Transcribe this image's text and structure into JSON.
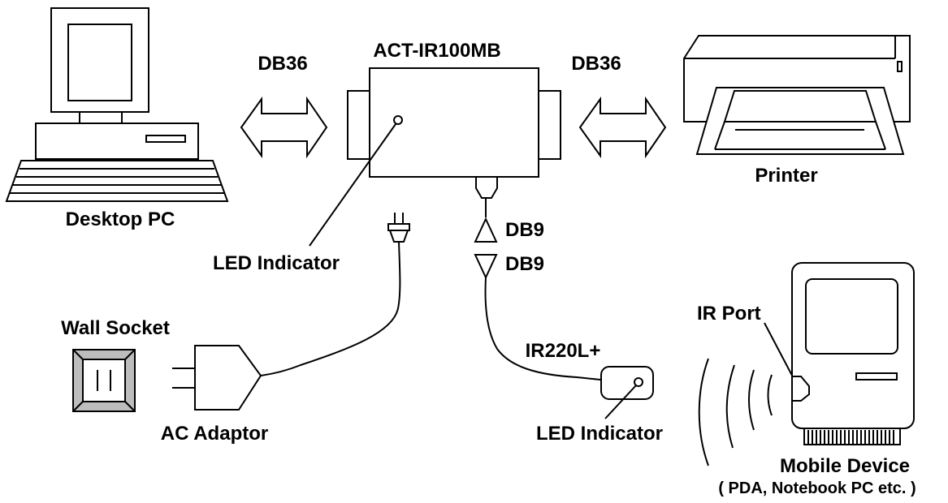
{
  "labels": {
    "device_name": "ACT-IR100MB",
    "db36_left": "DB36",
    "db36_right": "DB36",
    "db9_top": "DB9",
    "db9_bottom": "DB9",
    "desktop_pc": "Desktop PC",
    "printer": "Printer",
    "led_indicator_main": "LED Indicator",
    "wall_socket": "Wall Socket",
    "ac_adaptor": "AC  Adaptor",
    "ir220l": "IR220L+",
    "led_indicator_ir": "LED  Indicator",
    "ir_port": "IR  Port",
    "mobile_device": "Mobile  Device",
    "mobile_device_examples": "( PDA, Notebook PC etc. )"
  },
  "colors": {
    "line": "#000000",
    "fill": "#ffffff",
    "shade": "#bdbdbd"
  }
}
